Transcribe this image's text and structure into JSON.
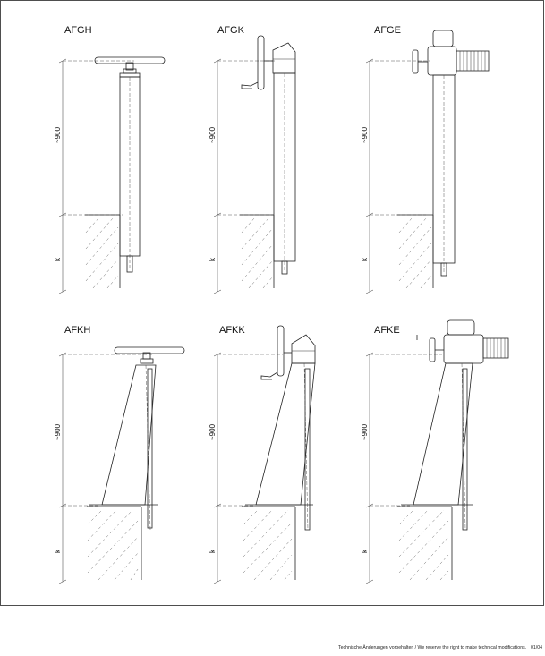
{
  "drawings": [
    {
      "name": "AFGH",
      "dimension_height": "~900",
      "dimension_depth": "k"
    },
    {
      "name": "AFGK",
      "dimension_height": "~900",
      "dimension_depth": "k"
    },
    {
      "name": "AFGE",
      "dimension_height": "~900",
      "dimension_depth": "k"
    },
    {
      "name": "AFKH",
      "dimension_height": "~900",
      "dimension_depth": "k"
    },
    {
      "name": "AFKK",
      "dimension_height": "~900",
      "dimension_depth": "k"
    },
    {
      "name": "AFKE",
      "dimension_height": "~900",
      "dimension_depth": "k"
    }
  ],
  "footer": {
    "note": "Technische Änderungen vorbehalten / We reserve the right to make technical modifications.",
    "date": "01/04"
  }
}
